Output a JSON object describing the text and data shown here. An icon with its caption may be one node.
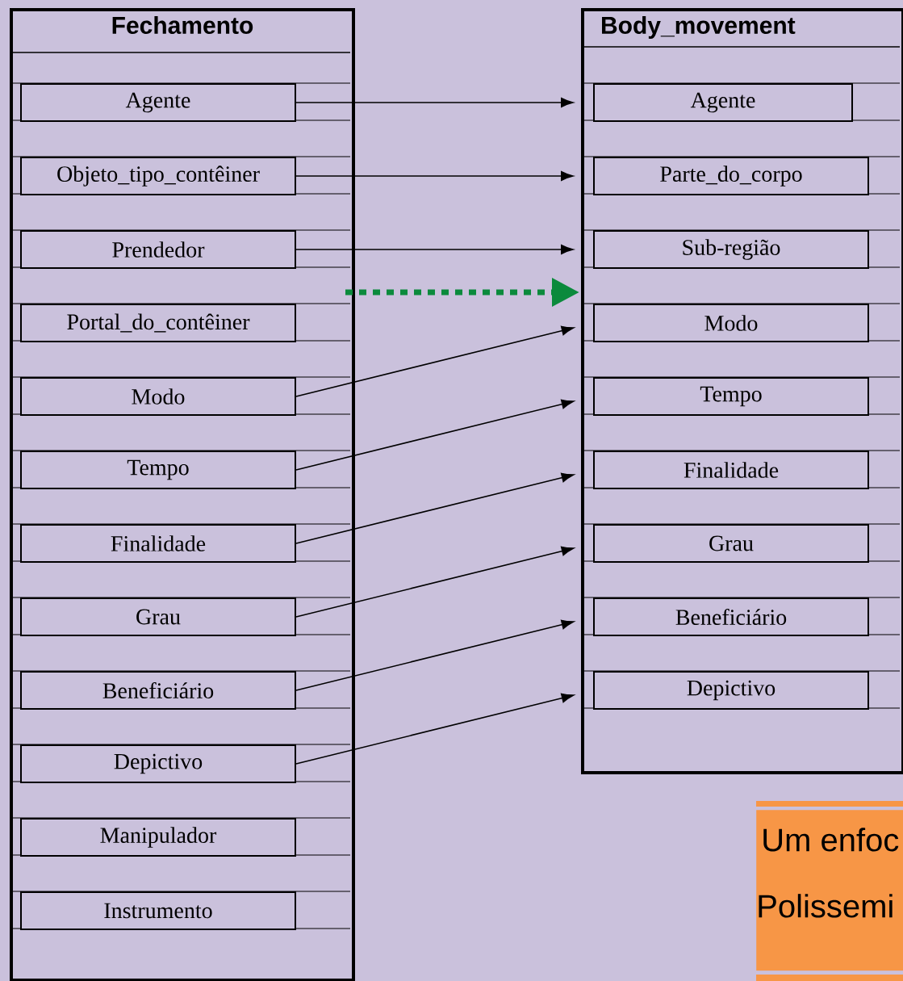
{
  "diagram": {
    "nodes": [
      {
        "text": [
          "Fechamento"
        ]
      },
      {
        "text": [
          "Agente"
        ],
        "in": 0
      },
      {
        "text": [
          "Objeto_tipo_contêiner"
        ],
        "in": 0
      },
      {
        "text": [
          "Prendedor"
        ],
        "in": 0
      },
      {
        "text": [
          "Portal_do_contêiner"
        ],
        "in": 0
      },
      {
        "text": [
          "Modo"
        ],
        "in": 0
      },
      {
        "text": [
          "Tempo"
        ],
        "in": 0
      },
      {
        "text": [
          "Finalidade"
        ],
        "in": 0
      },
      {
        "text": [
          "Grau"
        ],
        "in": 0
      },
      {
        "text": [
          "Beneficiário"
        ],
        "in": 0
      },
      {
        "text": [
          "Depictivo"
        ],
        "in": 0
      },
      {
        "text": [
          "Manipulador"
        ],
        "in": 0
      },
      {
        "text": [
          "Instrumento"
        ],
        "in": 0
      },
      {
        "text": [
          "Body_movement"
        ]
      },
      {
        "text": [
          "Agente"
        ],
        "in": 13
      },
      {
        "text": [
          "Parte_do_corpo"
        ],
        "in": 13
      },
      {
        "text": [
          "Sub-região"
        ],
        "in": 13
      },
      {
        "text": [
          "Modo"
        ],
        "in": 13
      },
      {
        "text": [
          "Tempo"
        ],
        "in": 13
      },
      {
        "text": [
          "Finalidade"
        ],
        "in": 13
      },
      {
        "text": [
          "Grau"
        ],
        "in": 13
      },
      {
        "text": [
          "Beneficiário"
        ],
        "in": 13
      },
      {
        "text": [
          "Depictivo"
        ],
        "in": 13
      },
      {
        "text": [
          "Um enfoc",
          "Polissemi"
        ]
      }
    ],
    "edges": [
      {
        "from": 1,
        "to": 14,
        "arrow": "to"
      },
      {
        "from": 2,
        "to": 15,
        "arrow": "to"
      },
      {
        "from": 3,
        "to": 16,
        "arrow": "to"
      },
      {
        "from": 0,
        "to": 13,
        "arrow": "to",
        "style": "dashed",
        "color": "#0b8a3c"
      },
      {
        "from": 5,
        "to": 17,
        "arrow": "to"
      },
      {
        "from": 6,
        "to": 18,
        "arrow": "to"
      },
      {
        "from": 7,
        "to": 19,
        "arrow": "to"
      },
      {
        "from": 8,
        "to": 20,
        "arrow": "to"
      },
      {
        "from": 9,
        "to": 21,
        "arrow": "to"
      },
      {
        "from": 10,
        "to": 22,
        "arrow": "to"
      }
    ]
  }
}
